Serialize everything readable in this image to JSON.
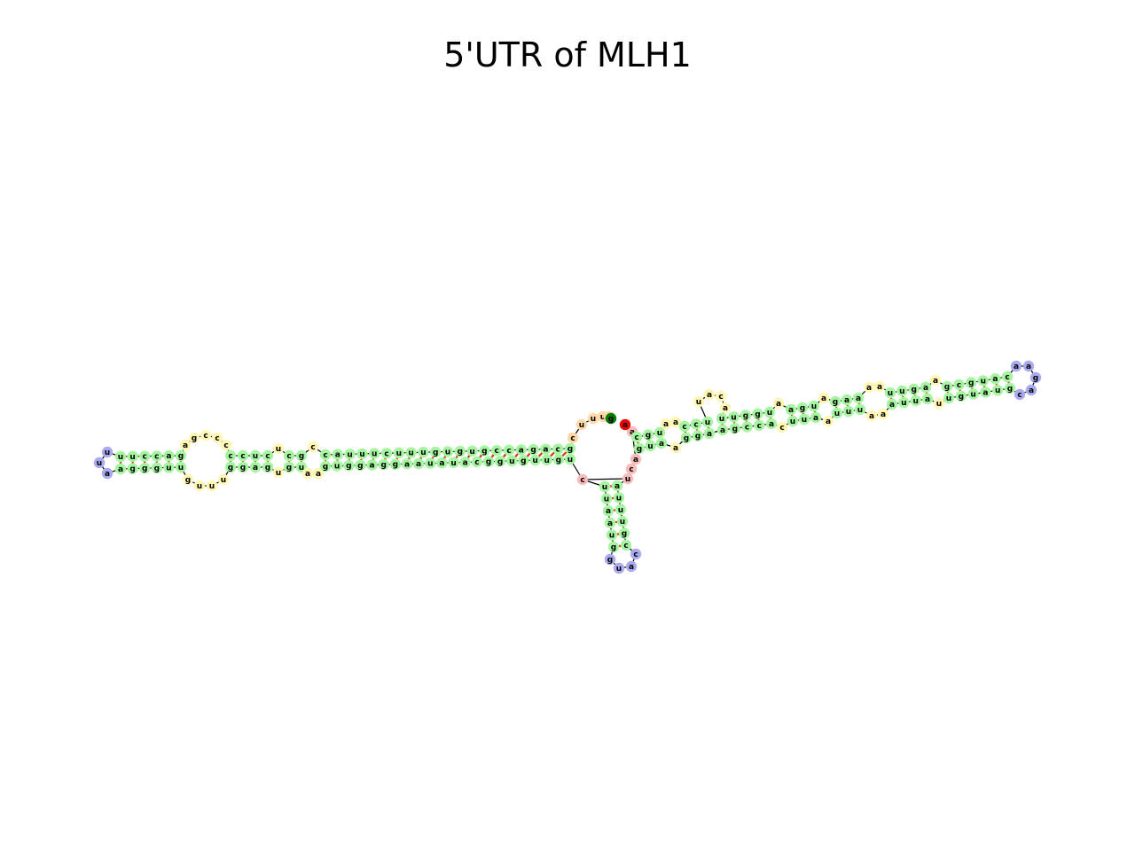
{
  "title": "5'UTR of MLH1",
  "colors": {
    "stem": "#a6f5a0",
    "interior_loop": "#fff7b3",
    "hairpin_loop": "#aaaaee",
    "multi_loop": "#f8bcbc",
    "external": "#ffd9a8",
    "five_prime": "#007a00",
    "three_prime": "#ee0000",
    "pair_bond": "#dd3311",
    "backbone": "#000000"
  },
  "structure": {
    "five_prime_end": "g",
    "three_prime_end": "a",
    "left_arm": {
      "hairpin_loop": [
        "u",
        "u",
        "a"
      ],
      "stem_1_top": [
        "u",
        "u",
        "c",
        "c",
        "a",
        "g"
      ],
      "stem_1_bottom": [
        "a",
        "g",
        "g",
        "g",
        "u",
        "u"
      ],
      "interior_loop_top": [
        "a",
        "g",
        "c",
        "c",
        "c"
      ],
      "interior_loop_bottom": [
        "g",
        "u",
        "u",
        "u"
      ],
      "stem_2_top": [
        "c",
        "c",
        "u",
        "c"
      ],
      "stem_2_bottom": [
        "g",
        "g",
        "a",
        "g"
      ],
      "bulge_top": [
        "u"
      ],
      "bulge_bottom": [
        "u"
      ],
      "stem_3_top": [
        "c",
        "g"
      ],
      "stem_3_bottom": [
        "g",
        "u"
      ],
      "loop_top": [
        "c"
      ],
      "loop_bottom": [
        "a",
        "a"
      ],
      "long_stem_top": [
        "c",
        "a",
        "u",
        "u",
        "u",
        "c",
        "u",
        "u",
        "u",
        "g",
        "u",
        "g",
        "u",
        "g",
        "c",
        "c",
        "a",
        "g",
        "a",
        "c",
        "g"
      ],
      "long_stem_bottom": [
        "g",
        "u",
        "g",
        "g",
        "a",
        "g",
        "g",
        "a",
        "a",
        "u",
        "a",
        "u",
        "a",
        "c",
        "g",
        "g",
        "u",
        "g",
        "u",
        "u",
        "g",
        "u"
      ]
    },
    "multiloop": {
      "unpaired_top": [
        "c",
        "u",
        "u",
        "u",
        "c"
      ],
      "unpaired_bottom": [
        "c",
        "u",
        "c",
        "a",
        "a"
      ]
    },
    "bottom_arm": {
      "stem_left": [
        "u",
        "u",
        "a",
        "a",
        "u",
        "g"
      ],
      "stem_right": [
        "a",
        "u",
        "u",
        "u",
        "g",
        "c"
      ],
      "hairpin_loop": [
        "g",
        "u",
        "a",
        "c"
      ]
    },
    "right_arm": {
      "stem_1_top": [
        "c",
        "g",
        "u"
      ],
      "stem_1_bottom": [
        "g",
        "u",
        "a"
      ],
      "loop_1_top": [
        "a",
        "a"
      ],
      "loop_1_bottom": [
        "a"
      ],
      "stem_2_top": [
        "c",
        "c",
        "u"
      ],
      "stem_2_bottom": [
        "g",
        "g",
        "a"
      ],
      "side_hairpin": [
        "u",
        "a",
        "c",
        "a"
      ],
      "stem_3_top": [
        "u",
        "u",
        "g",
        "g",
        "u"
      ],
      "stem_3_bottom": [
        "a",
        "g",
        "c",
        "c",
        "a"
      ],
      "loop_2_top": [
        "a"
      ],
      "loop_2_bottom": [
        "c"
      ],
      "stem_4_top": [
        "a",
        "g",
        "u"
      ],
      "stem_4_bottom": [
        "u",
        "u",
        "a"
      ],
      "loop_3_top": [
        "a"
      ],
      "loop_3_bottom": [
        "a"
      ],
      "stem_5_top": [
        "g",
        "a",
        "a"
      ],
      "stem_5_bottom": [
        "u",
        "u",
        "u"
      ],
      "loop_4_top": [
        "a",
        "a"
      ],
      "loop_4_bottom": [
        "a",
        "a"
      ],
      "stem_6_top": [
        "u",
        "u",
        "g",
        "a"
      ],
      "stem_6_bottom": [
        "a",
        "u",
        "u",
        "a"
      ],
      "loop_5_top": [
        "a"
      ],
      "loop_5_bottom": [
        "u"
      ],
      "stem_7_top": [
        "g",
        "c",
        "g",
        "u",
        "a",
        "c"
      ],
      "stem_7_bottom": [
        "u",
        "g",
        "u",
        "a",
        "u",
        "g"
      ],
      "hairpin_loop": [
        "a",
        "a",
        "g",
        "a",
        "c"
      ]
    }
  }
}
